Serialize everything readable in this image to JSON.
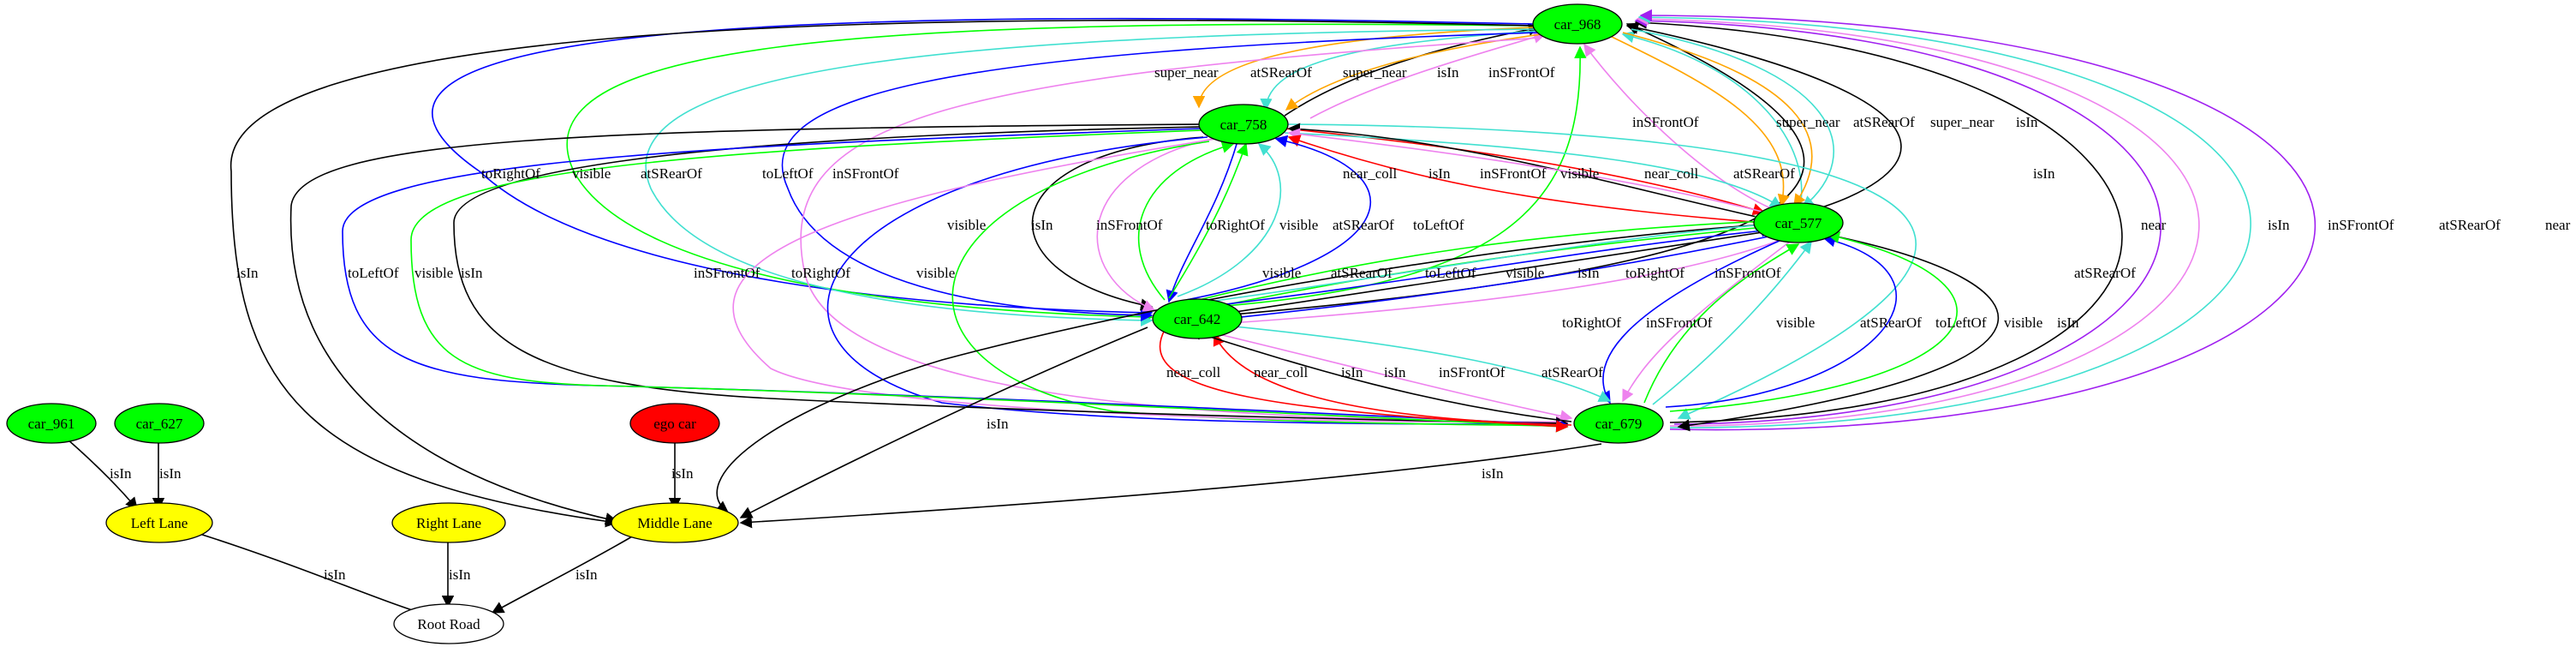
{
  "graph": {
    "nodes": {
      "car_968": "car_968",
      "car_758": "car_758",
      "car_577": "car_577",
      "car_642": "car_642",
      "car_679": "car_679",
      "car_961": "car_961",
      "car_627": "car_627",
      "ego_car": "ego car",
      "left_lane": "Left Lane",
      "right_lane": "Right Lane",
      "middle_lane": "Middle Lane",
      "root_road": "Root Road"
    },
    "edge_labels": {
      "is_in": "isIn",
      "super_near": "super_near",
      "at_s_rear_of": "atSRearOf",
      "in_s_front_of": "inSFrontOf",
      "near": "near",
      "near_coll": "near_coll",
      "visible": "visible",
      "to_left_of": "toLeftOf",
      "to_right_of": "toRightOf"
    },
    "colors": {
      "car_fill": "#00ff00",
      "ego_fill": "#ff0000",
      "lane_fill": "#ffff00",
      "road_fill": "#ffffff",
      "black": "#000000",
      "orange": "#ffa500",
      "turquoise": "#40e0d0",
      "violet": "#ee82ee",
      "green": "#00ff00",
      "blue": "#0000ff",
      "red": "#ff0000",
      "purple": "#a020f0"
    }
  }
}
